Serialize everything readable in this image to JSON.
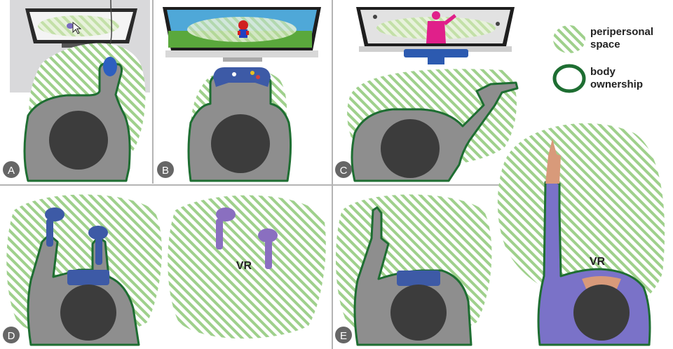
{
  "panels": [
    {
      "letter": "A"
    },
    {
      "letter": "B"
    },
    {
      "letter": "C"
    },
    {
      "letter": "D",
      "vr_label": "VR"
    },
    {
      "letter": "E",
      "vr_label": "VR"
    }
  ],
  "legend": {
    "peripersonal_label_line1": "peripersonal",
    "peripersonal_label_line2": "space",
    "ownership_label_line1": "body",
    "ownership_label_line2": "ownership"
  },
  "colors": {
    "hatch_green": "#8cc878",
    "outline_green": "#1e6e32",
    "body_gray": "#8e8e8e",
    "head_dark": "#3c3c3c",
    "divider": "#b4b4b4",
    "controller_blue": "#3d5aa6",
    "controller_purple": "#8a6fc0",
    "avatar_purple": "#7a72c8",
    "skin": "#d89a7a",
    "kinect_figure": "#e0208a",
    "mario_red": "#d02020"
  }
}
